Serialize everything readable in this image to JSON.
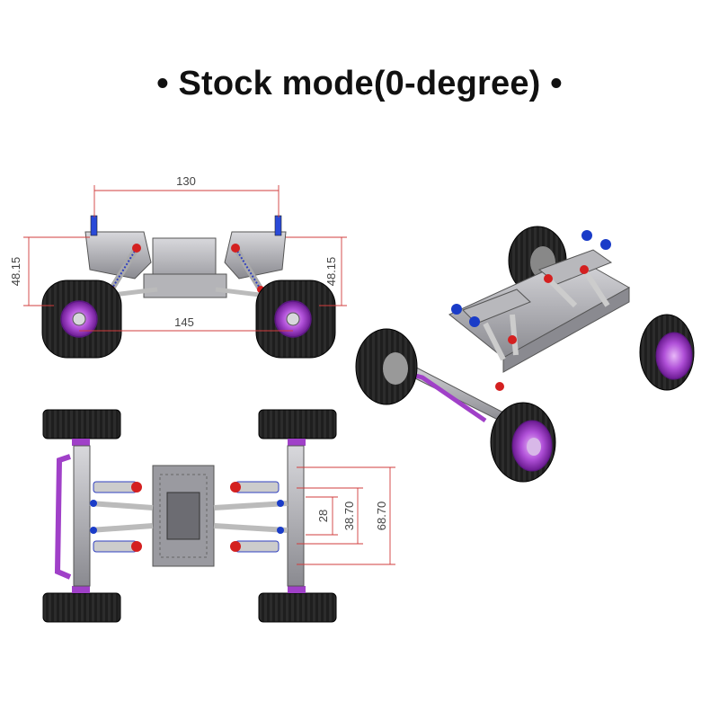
{
  "title": "• Stock mode(0-degree) •",
  "front_view": {
    "dims": {
      "top_width": "130",
      "wheel_width": "145",
      "left_height": "48.15",
      "right_height": "48.15"
    }
  },
  "top_view": {
    "dims": {
      "inner": "28",
      "middle": "38.70",
      "outer": "68.70"
    }
  },
  "colors": {
    "purple": "#a040c8",
    "red": "#d42020",
    "blue": "#1a3cc8",
    "metal": "#a8a8ac",
    "tire": "#1a1a1a",
    "dimension": "#d23c3c"
  }
}
